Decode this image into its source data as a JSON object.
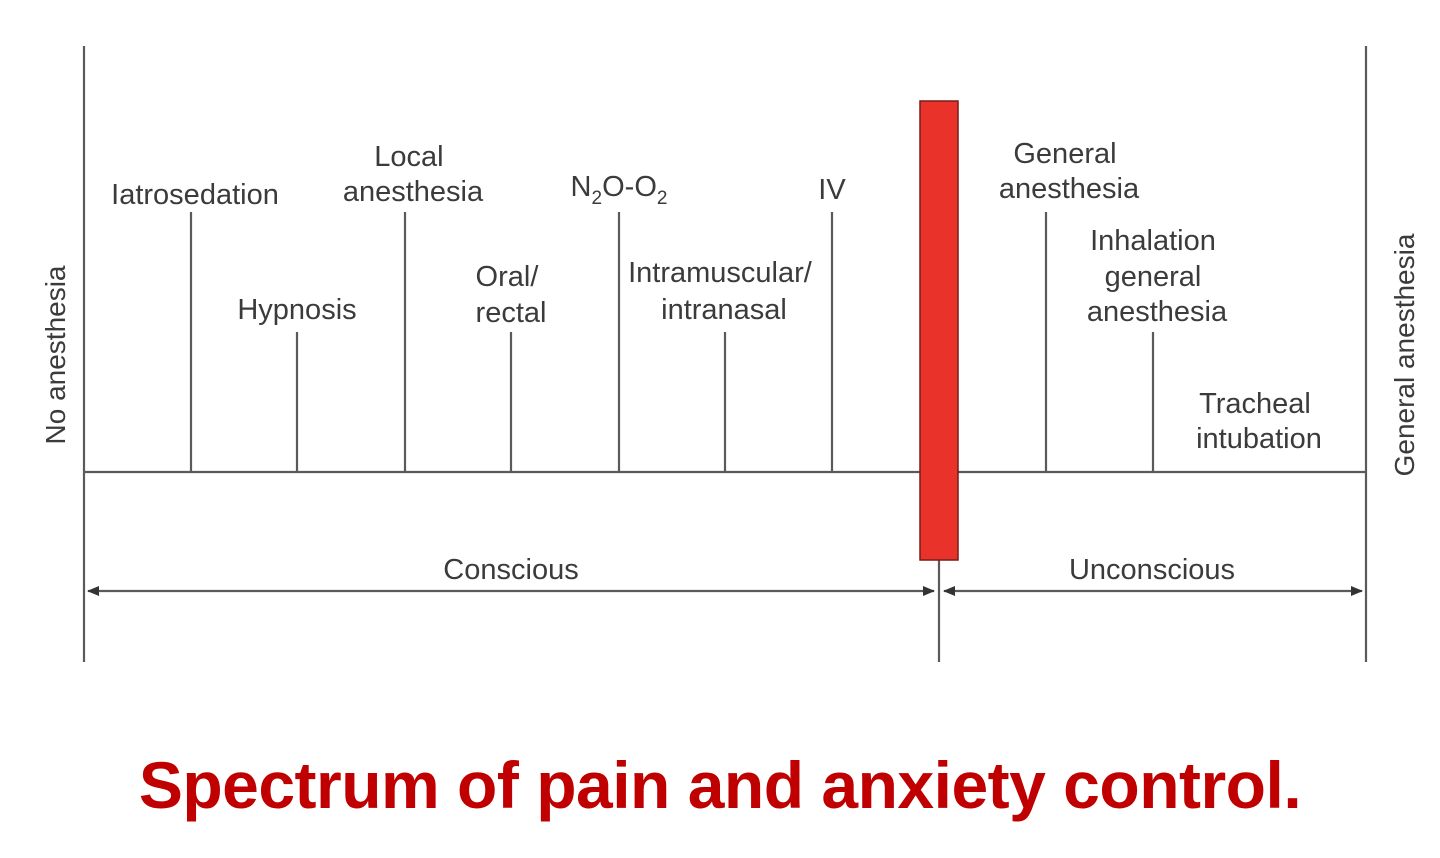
{
  "colors": {
    "line": "#5a5a5a",
    "text": "#3b3b3b",
    "divider_bar": "#e8322a",
    "caption": "#c00000"
  },
  "axis_ends": {
    "left": "No anesthesia",
    "right": "General anesthesia"
  },
  "techniques": [
    {
      "id": "iatrosedation",
      "lines": [
        "Iatrosedation"
      ]
    },
    {
      "id": "hypnosis",
      "lines": [
        "Hypnosis"
      ]
    },
    {
      "id": "local-anesthesia",
      "lines": [
        "Local",
        "anesthesia"
      ]
    },
    {
      "id": "oral-rectal",
      "lines": [
        "Oral/",
        "rectal"
      ]
    },
    {
      "id": "n2o-o2",
      "lines": [
        "N2O-O2"
      ]
    },
    {
      "id": "intramuscular-intranasal",
      "lines": [
        "Intramuscular/",
        "intranasal"
      ]
    },
    {
      "id": "iv",
      "lines": [
        "IV"
      ]
    },
    {
      "id": "general-anesthesia",
      "lines": [
        "General",
        "anesthesia"
      ]
    },
    {
      "id": "inhalation-general-anesthesia",
      "lines": [
        "Inhalation",
        "general",
        "anesthesia"
      ]
    },
    {
      "id": "tracheal-intubation",
      "lines": [
        "Tracheal",
        "intubation"
      ]
    }
  ],
  "states": {
    "conscious": "Conscious",
    "unconscious": "Unconscious"
  },
  "caption": "Spectrum of pain and anxiety control."
}
